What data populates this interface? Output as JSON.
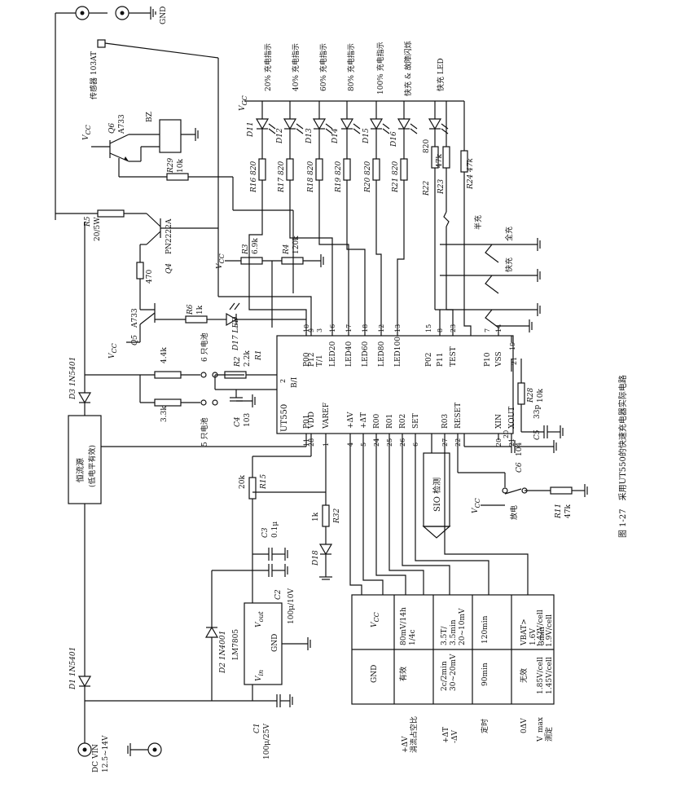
{
  "caption": "图 1-27　采用UT550的快速充电器实际电路",
  "gnd_top": "GND",
  "sensor_label": "传感器 103AT",
  "vcc": "V",
  "vcc_sub": "CC",
  "dc_input": {
    "line1": "DC VIN",
    "line2": "12.5~14V"
  },
  "led_labels": [
    "20% 充电指示",
    "40% 充电指示",
    "60% 充电指示",
    "80% 充电指示",
    "100% 充电指示",
    "快充 & 故障闪烁",
    "快充 LED"
  ],
  "diodes": [
    "D11",
    "D12",
    "D13",
    "D14",
    "D15",
    "D16",
    "D17 LED",
    "D18"
  ],
  "resistors_led": [
    "R16 820",
    "R17 820",
    "R18 820",
    "R19 820",
    "R20 820",
    "R21 820",
    "R22",
    "R23",
    "R24 47k"
  ],
  "r22_val": "820",
  "r23_val": "47k",
  "q6": {
    "name": "Q6",
    "part": "A733"
  },
  "bz": "BZ",
  "r29": {
    "name": "R29",
    "val": "10k"
  },
  "r5": {
    "name": "R5",
    "val": "20/5W"
  },
  "q4": {
    "name": "Q4",
    "part": "PN2222A",
    "base_res": "470"
  },
  "q5": {
    "name": "Q5",
    "part": "A733"
  },
  "r6": {
    "name": "R6",
    "val": "1k"
  },
  "r3": {
    "name": "R3",
    "val": "6.9k"
  },
  "r4": {
    "name": "R4",
    "val": "120k"
  },
  "d3": "D3 1N5401",
  "d1": "D1 1N5401",
  "d2": "D2 1N4001",
  "reg": {
    "name": "LM7805",
    "vin": "V",
    "vin_sub": "in",
    "vout": "V",
    "vout_sub": "out",
    "gnd": "GND"
  },
  "cc_box": {
    "line1": "恒流源",
    "line2": "(低电平有效)"
  },
  "cells": {
    "six": "6 只电池",
    "five": "5 只电池",
    "r_top": "4.4k",
    "r_bot": "3.3k"
  },
  "r2": {
    "name": "R2",
    "val": "2.2k"
  },
  "r1": "R1",
  "c4": {
    "name": "C4",
    "val": "103"
  },
  "r15": {
    "name": "R15",
    "val": "20k"
  },
  "c3": {
    "name": "C3",
    "val": "0.1μ"
  },
  "c2": {
    "name": "C2",
    "val": "100μ/10V"
  },
  "c1": {
    "name": "C1",
    "val": "100μ/25V"
  },
  "r32": {
    "name": "R32",
    "val": "1k"
  },
  "c6": {
    "name": "C6",
    "val": "104"
  },
  "c5": {
    "name": "C5",
    "val": "33p"
  },
  "r28": {
    "name": "R28",
    "val": "10k"
  },
  "r11": {
    "name": "R11",
    "val": "47k"
  },
  "sio": "SIO 检测",
  "discharge": "放电",
  "fast_charge": "快充",
  "half_charge": "半充",
  "full_charge": "全充",
  "ic": {
    "name": "UT550",
    "pins_top": [
      "P00",
      "P12",
      "T/1",
      "LED20",
      "LED40",
      "LED60",
      "LED80",
      "LED100",
      "P02",
      "P11",
      "TEST",
      "P10",
      "VSS"
    ],
    "pins_top_num": [
      "10",
      "9",
      "3",
      "16",
      "17",
      "18",
      "12",
      "13",
      "15",
      "8",
      "23",
      "7",
      "14"
    ],
    "pins_bot": [
      "P01",
      "VDD",
      "VAREF",
      "+ΔV",
      "+ΔT",
      "R00",
      "R01",
      "R02",
      "SET",
      "R03",
      "RESET",
      "XIN",
      "XOUT"
    ],
    "pins_bot_num": [
      "11",
      "28",
      "1",
      "4",
      "5",
      "24",
      "25",
      "26",
      "6",
      "27",
      "22",
      "20",
      "21"
    ],
    "bi": "B/I",
    "bi_num": "2",
    "vss_num": "19"
  },
  "table": {
    "header_col": [
      "GND",
      "有效",
      "2c/2min\n30~20mV",
      "90min",
      "无效",
      "1.85V/cell\n1.45V/cell"
    ],
    "vcc_col": [
      "V",
      "80mV/14h\n1/4c",
      "3.5T/\n3.5min\n20~10mV",
      "120min",
      "VBAT>\n1.6V\n3min",
      "1.42V/cell\n1.9V/cell"
    ],
    "row_labels": [
      "+ΔV\n涓流占空比",
      "+ΔT\n-ΔV",
      "定时",
      "0ΔV",
      "V_max\n测定"
    ]
  }
}
